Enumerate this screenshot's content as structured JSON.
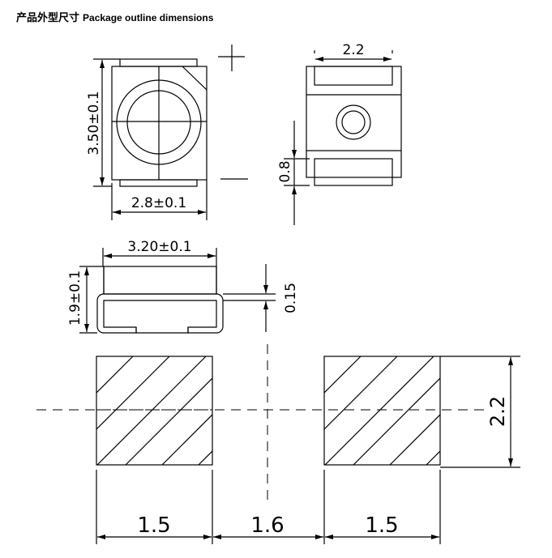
{
  "title": {
    "cn": "产品外型尺寸",
    "en": "Package outline dimensions"
  },
  "top_view": {
    "height_dim": "3.50±0.1",
    "width_dim": "2.8±0.1",
    "polarity_plus": "+",
    "polarity_minus": "−"
  },
  "bottom_view": {
    "pad_width_dim": "2.2",
    "pad_height_dim": "0.8"
  },
  "side_view": {
    "length_dim": "3.20±0.1",
    "height_dim": "1.9±0.1",
    "lead_dim": "0.15"
  },
  "footprint": {
    "pad_width_left": "1.5",
    "gap": "1.6",
    "pad_width_right": "1.5",
    "pad_height": "2.2"
  }
}
